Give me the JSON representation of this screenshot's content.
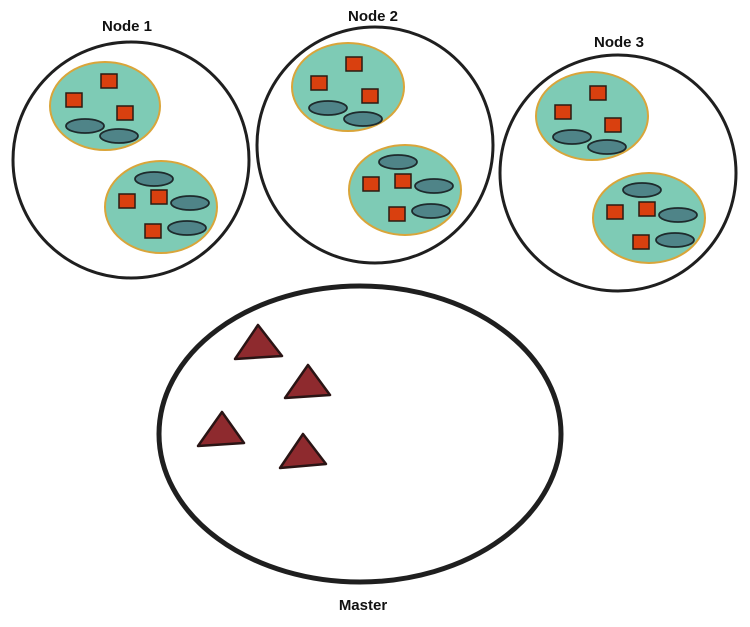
{
  "nodes": [
    {
      "label": "Node 1"
    },
    {
      "label": "Node 2"
    },
    {
      "label": "Node 3"
    }
  ],
  "master": {
    "label": "Master"
  },
  "colors": {
    "pod_fill": "#7ecbb5",
    "pod_border": "#d9a53a",
    "square_fill": "#d9400f",
    "oval_fill": "#4f8488",
    "triangle_fill": "#8e2a2e",
    "outline": "#1f1f1f"
  }
}
